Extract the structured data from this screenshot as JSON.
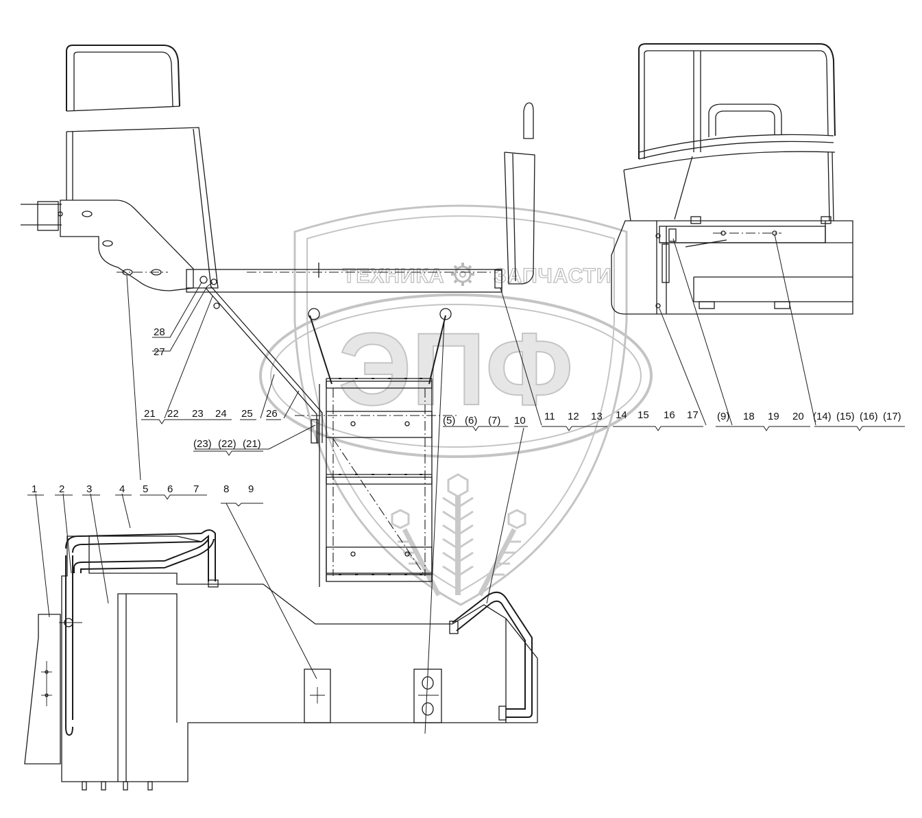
{
  "watermark": {
    "brand_text": "ЭПФ",
    "left_text": "ТЕХНИКА",
    "right_text": "ЗАПЧАСТИ",
    "color": "#c8c8c8"
  },
  "callouts": {
    "1": "1",
    "2": "2",
    "3": "3",
    "4": "4",
    "5": "5",
    "6": "6",
    "7": "7",
    "8": "8",
    "9": "9",
    "10": "10",
    "11": "11",
    "12": "12",
    "13": "13",
    "14": "14",
    "15": "15",
    "16": "16",
    "17": "17",
    "18": "18",
    "19": "19",
    "20": "20",
    "21": "21",
    "22": "22",
    "23": "23",
    "24": "24",
    "25": "25",
    "26": "26",
    "27": "27",
    "28": "28",
    "p5": "(5)",
    "p6": "(6)",
    "p7": "(7)",
    "p9": "(9)",
    "p14": "(14)",
    "p15": "(15)",
    "p16": "(16)",
    "p17": "(17)",
    "p21": "(21)",
    "p22": "(22)",
    "p23": "(23)"
  },
  "icons": [
    "gear-icon",
    "wheat-emblem-icon",
    "shield-icon"
  ]
}
